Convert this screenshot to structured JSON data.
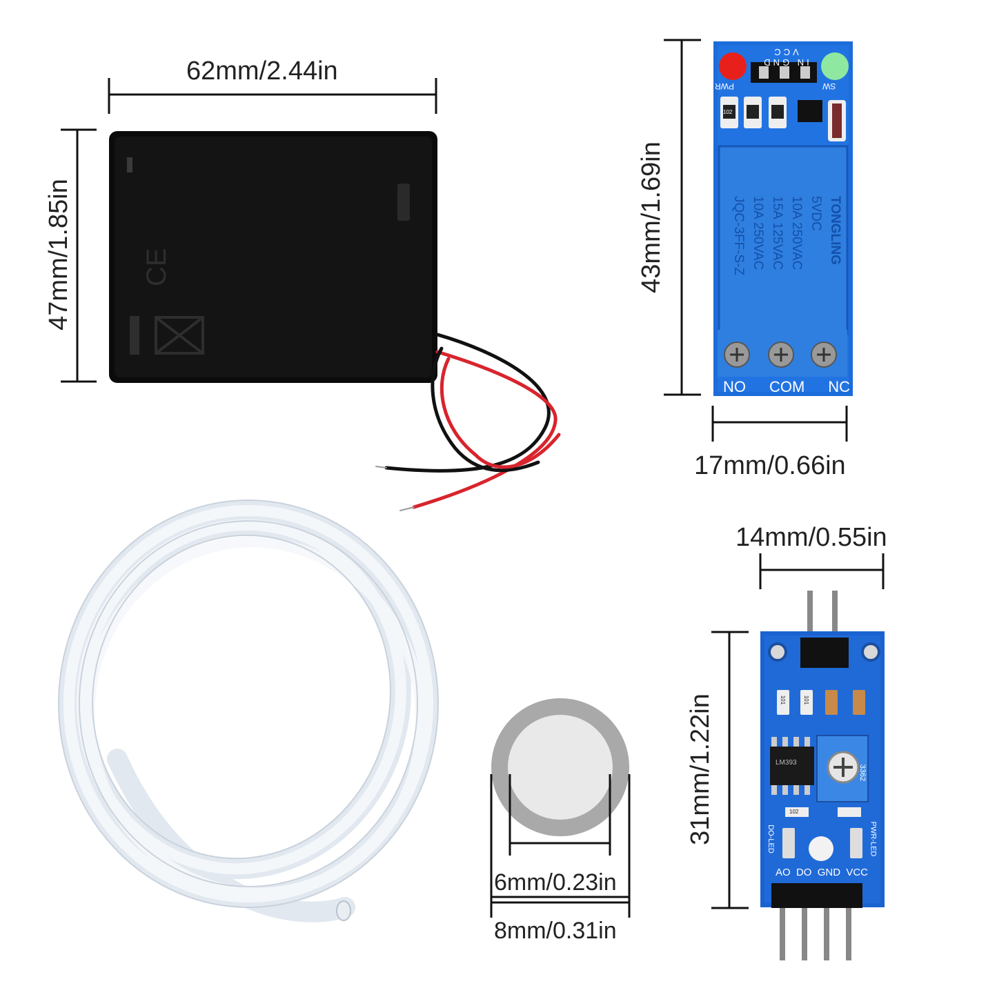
{
  "battery_box": {
    "width_label": "62mm/2.44in",
    "height_label": "47mm/1.85in"
  },
  "relay_module": {
    "height_label": "43mm/1.69in",
    "width_label": "17mm/0.66in",
    "header_labels": [
      "IN",
      "GND",
      "VCC"
    ],
    "led_labels": [
      "PWR",
      "SW"
    ],
    "terminal_labels": [
      "NO",
      "COM",
      "NC"
    ],
    "relay_brand": "TONGLING",
    "relay_lines": [
      "5VDC",
      "10A 250VAC",
      "15A 125VAC",
      "10A 250VAC",
      "JQC-3FF-S-Z"
    ],
    "resistor_code": "102"
  },
  "tube": {
    "inner_label": "6mm/0.23in",
    "outer_label": "8mm/0.31in"
  },
  "sensor_module": {
    "width_label": "14mm/0.55in",
    "height_label": "31mm/1.22in",
    "pin_labels": [
      "AO",
      "DO",
      "GND",
      "VCC"
    ],
    "led_labels": [
      "DO-LED",
      "PWR-LED"
    ],
    "pot_label": "3362",
    "resistor_codes": [
      "101",
      "101",
      "102"
    ],
    "chip_label": "LM393"
  }
}
